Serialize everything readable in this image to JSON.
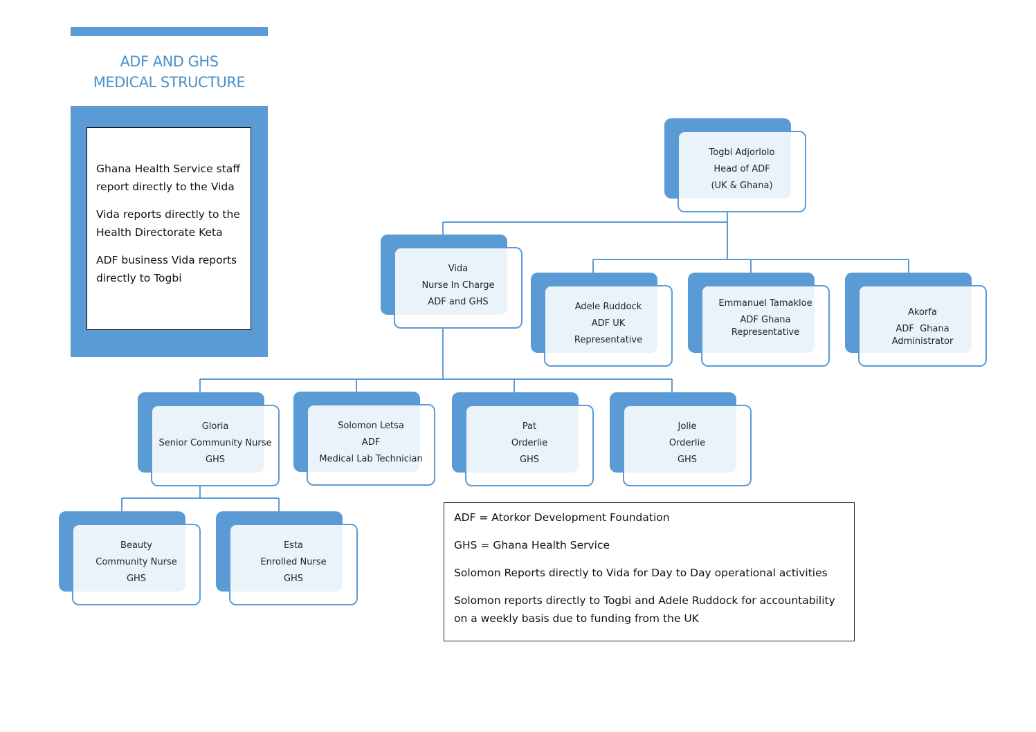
{
  "title": {
    "line1": "ADF AND GHS",
    "line2": "MEDICAL STRUCTURE"
  },
  "notes": [
    "Ghana Health Service staff report directly to the Vida",
    "Vida reports directly to the Health Directorate Keta",
    "ADF business Vida reports directly to Togbi"
  ],
  "nodes": {
    "togbi": [
      "Togbi Adjorlolo",
      "Head of ADF",
      "(UK & Ghana)"
    ],
    "vida": [
      "Vida",
      "Nurse In Charge",
      "ADF and GHS"
    ],
    "adele": [
      "Adele Ruddock",
      "ADF UK",
      "Representative"
    ],
    "emmanuel": [
      "Emmanuel Tamakloe",
      "ADF Ghana",
      "Representative"
    ],
    "akorfa": [
      "Akorfa",
      "ADF  Ghana",
      "Administrator"
    ],
    "gloria": [
      "Gloria",
      "Senior Community Nurse",
      "GHS"
    ],
    "solomon": [
      "Solomon Letsa",
      "ADF",
      "Medical Lab Technician"
    ],
    "pat": [
      "Pat",
      "Orderlie",
      "GHS"
    ],
    "jolie": [
      "Jolie",
      "Orderlie",
      "GHS"
    ],
    "beauty": [
      "Beauty",
      "Community Nurse",
      "GHS"
    ],
    "esta": [
      "Esta",
      "Enrolled Nurse",
      "GHS"
    ]
  },
  "legend": [
    "ADF = Atorkor Development Foundation",
    "GHS = Ghana Health Service",
    "Solomon Reports directly to Vida for Day to Day operational activities",
    "Solomon reports directly to Togbi and Adele Ruddock for accountability on a weekly basis due to funding from the UK"
  ],
  "colors": {
    "accent": "#5b9bd5",
    "title": "#4a90c8"
  }
}
